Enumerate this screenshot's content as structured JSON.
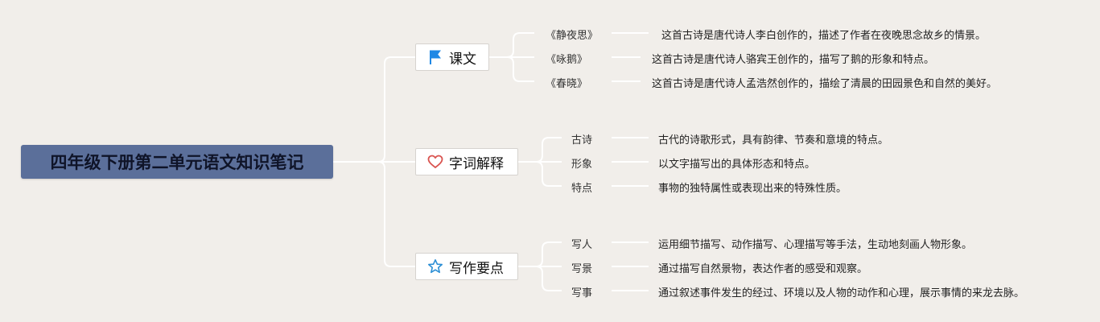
{
  "root": {
    "title": "四年级下册第二单元语文知识笔记"
  },
  "branches": [
    {
      "label": "课文",
      "icon": "flag-icon",
      "color": "#1e88e5",
      "items": [
        {
          "term": "《静夜思》",
          "desc": "这首古诗是唐代诗人李白创作的，描述了作者在夜晚思念故乡的情景。"
        },
        {
          "term": "《咏鹅》",
          "desc": "这首古诗是唐代诗人骆宾王创作的，描写了鹅的形象和特点。"
        },
        {
          "term": "《春晓》",
          "desc": "这首古诗是唐代诗人孟浩然创作的，描绘了清晨的田园景色和自然的美好。"
        }
      ]
    },
    {
      "label": "字词解释",
      "icon": "heart-icon",
      "color": "#d9534f",
      "items": [
        {
          "term": "古诗",
          "desc": "古代的诗歌形式，具有韵律、节奏和意境的特点。"
        },
        {
          "term": "形象",
          "desc": "以文字描写出的具体形态和特点。"
        },
        {
          "term": "特点",
          "desc": "事物的独特属性或表现出来的特殊性质。"
        }
      ]
    },
    {
      "label": "写作要点",
      "icon": "star-icon",
      "color": "#2d8fd5",
      "items": [
        {
          "term": "写人",
          "desc": "运用细节描写、动作描写、心理描写等手法，生动地刻画人物形象。"
        },
        {
          "term": "写景",
          "desc": "通过描写自然景物，表达作者的感受和观察。"
        },
        {
          "term": "写事",
          "desc": "通过叙述事件发生的经过、环境以及人物的动作和心理，展示事情的来龙去脉。"
        }
      ]
    }
  ]
}
